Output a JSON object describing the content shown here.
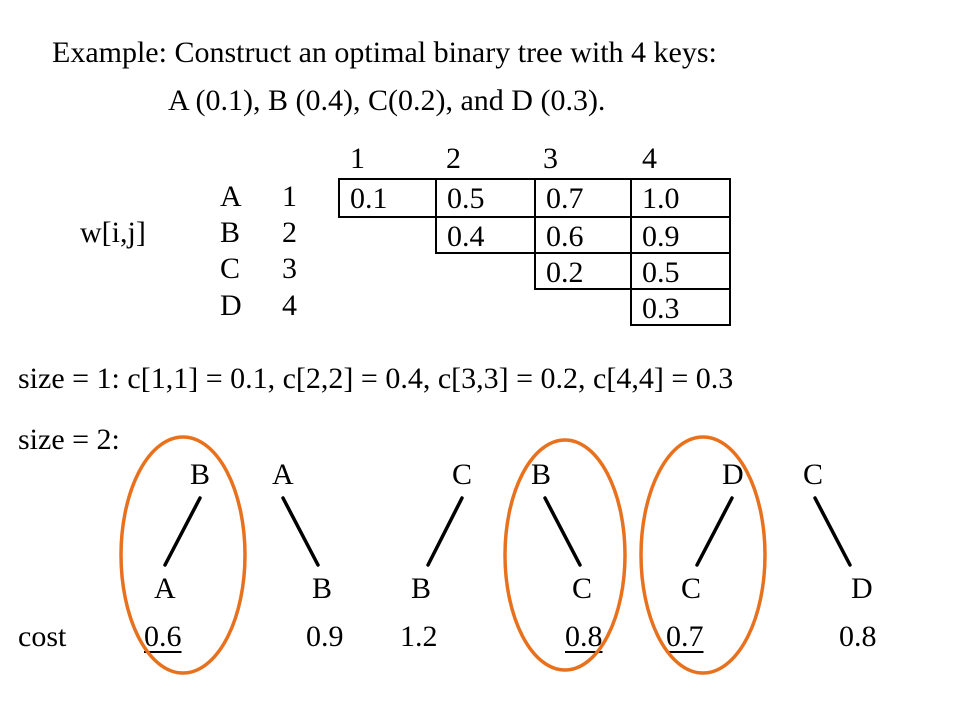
{
  "slide": {
    "title_line1": "Example: Construct an optimal binary tree with 4 keys:",
    "title_line2": "A (0.1), B (0.4), C(0.2), and D (0.3).",
    "table_label": "w[i,j]",
    "col_headers": [
      "1",
      "2",
      "3",
      "4"
    ],
    "row_keys": [
      "A",
      "B",
      "C",
      "D"
    ],
    "row_nums": [
      "1",
      "2",
      "3",
      "4"
    ],
    "w": {
      "r1": [
        "0.1",
        "0.5",
        "0.7",
        "1.0"
      ],
      "r2": [
        "0.4",
        "0.6",
        "0.9"
      ],
      "r3": [
        "0.2",
        "0.5"
      ],
      "r4": [
        "0.3"
      ]
    },
    "size1_line": "size = 1:  c[1,1] = 0.1, c[2,2] = 0.4, c[3,3] = 0.2, c[4,4]  = 0.3",
    "size2_label": "size = 2:",
    "trees": [
      {
        "root": "B",
        "child": "A",
        "cost": "0.6",
        "selected": true
      },
      {
        "root": "A",
        "child": "B",
        "cost": "0.9",
        "selected": false
      },
      {
        "root": "C",
        "child": "B",
        "cost": "1.2",
        "selected": false
      },
      {
        "root": "B",
        "child": "C",
        "cost": "0.8",
        "selected": true
      },
      {
        "root": "D",
        "child": "C",
        "cost": "0.7",
        "selected": true
      },
      {
        "root": "C",
        "child": "D",
        "cost": "0.8",
        "selected": false
      }
    ],
    "cost_label": "cost",
    "highlight_color": "#e8711e"
  }
}
